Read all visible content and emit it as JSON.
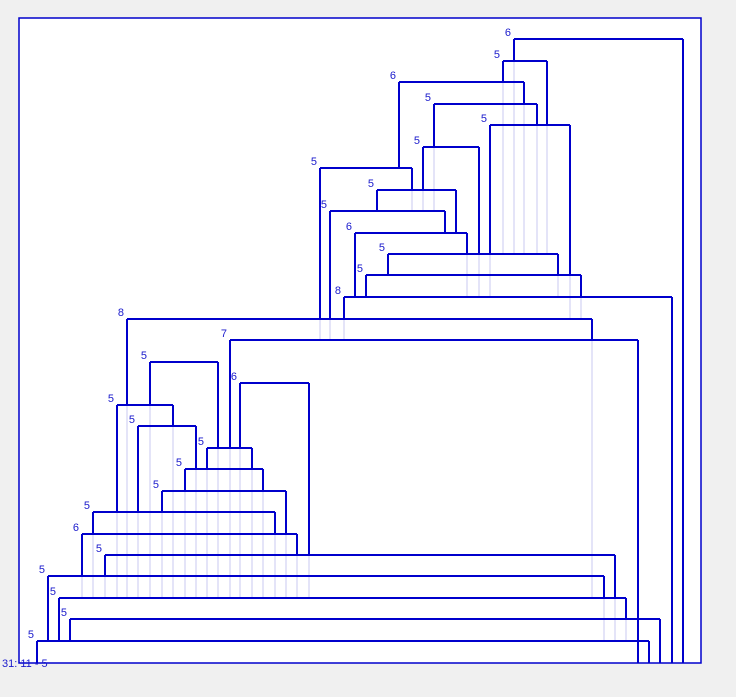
{
  "colors": {
    "background": "#f0f0f0",
    "panel": "#ffffff",
    "line": "#0000cc",
    "guide": "#c8c8f0",
    "label": "#1a1acc"
  },
  "root_label": "31: 11 - 5",
  "level_labels": [
    "6",
    "5",
    "6",
    "5",
    "5",
    "5",
    "5",
    "5",
    "5",
    "6",
    "5",
    "5",
    "8",
    "8",
    "7",
    "5",
    "6",
    "5",
    "5",
    "5",
    "5",
    "5",
    "5",
    "6",
    "5",
    "5",
    "5",
    "5",
    "5"
  ]
}
